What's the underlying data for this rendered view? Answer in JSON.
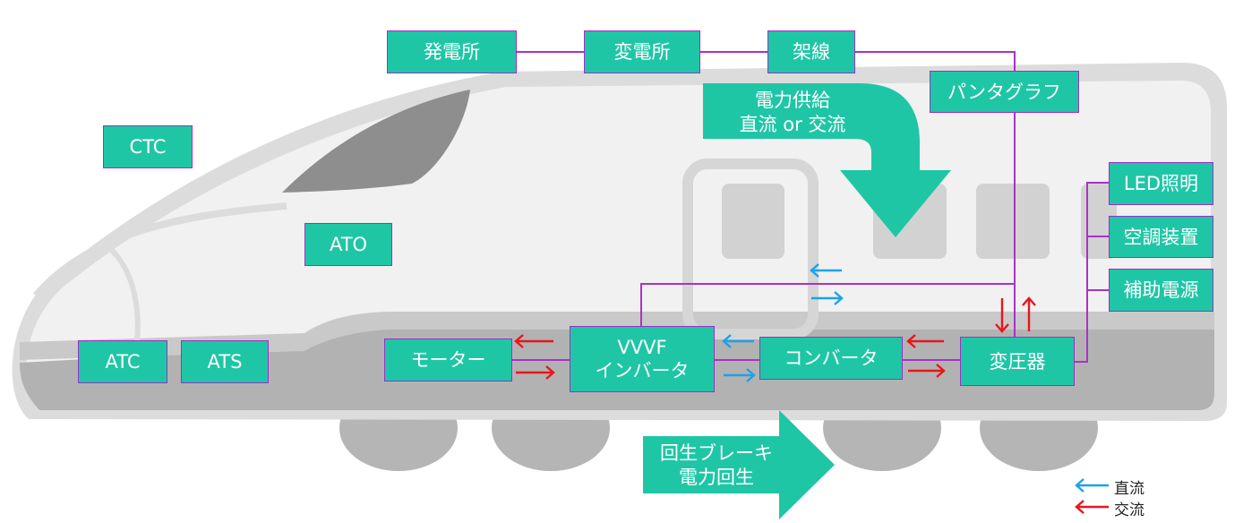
{
  "boxes": {
    "hatsudensho": "発電所",
    "hendensho": "変電所",
    "kasen": "架線",
    "pantograph": "パンタグラフ",
    "ctc": "CTC",
    "ato": "ATO",
    "atc": "ATC",
    "ats": "ATS",
    "led": "LED照明",
    "kucho": "空調装置",
    "hojo": "補助電源",
    "motor": "モーター",
    "vvvf": "VVVF\nインバータ",
    "converter": "コンバータ",
    "transformer": "変圧器"
  },
  "arrows": {
    "supply": "電力供給\n直流 or 交流",
    "regen": "回生ブレーキ\n電力回生"
  },
  "legend": {
    "dc": "直流",
    "ac": "交流"
  },
  "colors": {
    "box_fill": "#1fc6a6",
    "box_border": "#9b30c8",
    "line": "#a832c8",
    "dc_arrow": "#1aa3e8",
    "ac_arrow": "#e8161b"
  }
}
